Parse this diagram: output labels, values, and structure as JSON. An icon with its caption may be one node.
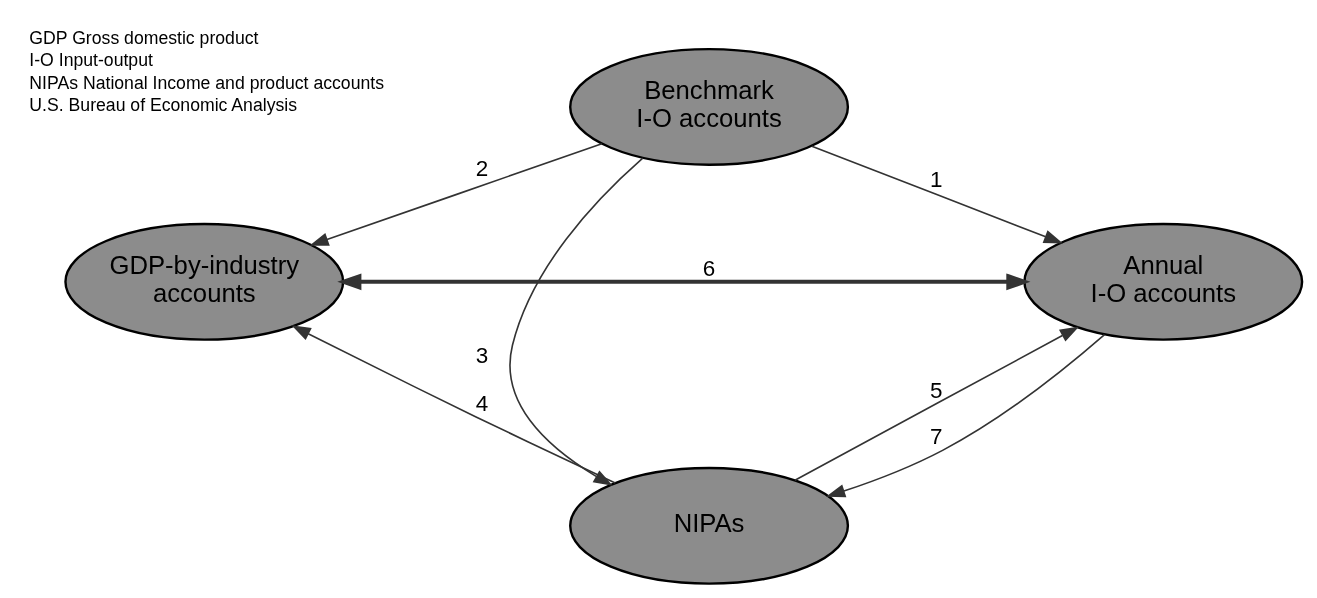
{
  "diagram": {
    "nodes": [
      {
        "text": [
          "Benchmark I-O accounts"
        ]
      },
      {
        "text": [
          "GDP-by-industry accounts"
        ]
      },
      {
        "text": [
          "Annual I-O accounts"
        ]
      },
      {
        "text": [
          "NIPAs"
        ]
      }
    ],
    "edges": [
      {
        "from": 0,
        "to": 2,
        "arrow": "to",
        "label": "1"
      },
      {
        "from": 0,
        "to": 1,
        "arrow": "to",
        "label": "2"
      },
      {
        "from": 0,
        "to": 3,
        "arrow": "to",
        "label": "3"
      },
      {
        "from": 3,
        "to": 1,
        "arrow": "to",
        "label": "4"
      },
      {
        "from": 3,
        "to": 2,
        "arrow": "to",
        "label": "5"
      },
      {
        "from": 1,
        "to": 2,
        "arrow": "both",
        "label": "6",
        "style": "thick"
      },
      {
        "from": 2,
        "to": 3,
        "arrow": "to",
        "label": "7"
      }
    ],
    "labels": [
      "GDP Gross domestic product",
      "I-O Input-output",
      "NIPAs National Income and product accounts",
      "U.S. Bureau of Economic Analysis"
    ]
  }
}
